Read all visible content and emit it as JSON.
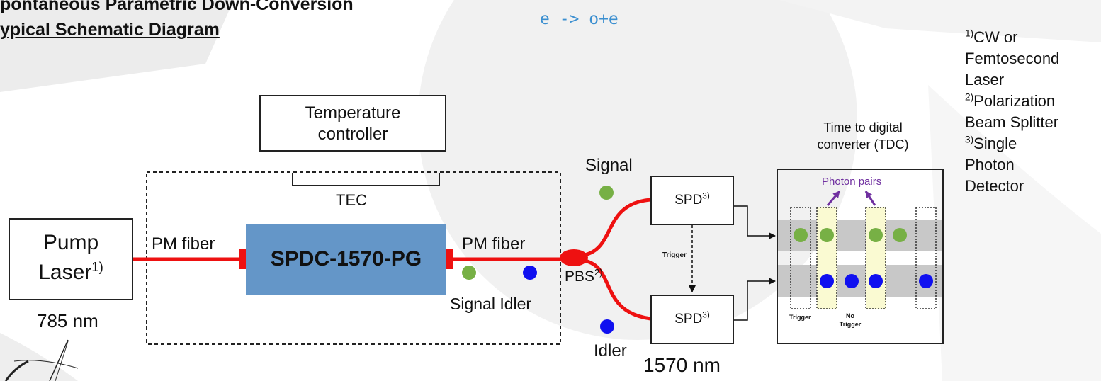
{
  "title": {
    "line1": "pontaneous Parametric Down-Conversion",
    "line2": "ypical Schematic Diagram"
  },
  "equation": "e -> o+e",
  "notes": [
    {
      "marker": "1)",
      "lines": [
        "CW or",
        "Femtosecond",
        "Laser"
      ]
    },
    {
      "marker": "2)",
      "lines": [
        "Polarization",
        "Beam Splitter"
      ]
    },
    {
      "marker": "3)",
      "lines": [
        "Single",
        "Photon",
        "Detector"
      ]
    }
  ],
  "temperature_controller": {
    "line1": "Temperature",
    "line2": "controller"
  },
  "tec": "TEC",
  "pump": {
    "line1": "Pump",
    "line2": "Laser",
    "marker": "1)",
    "wavelength": "785 nm"
  },
  "fiber_left": "PM fiber",
  "fiber_right": "PM fiber",
  "crystal": "SPDC-1570-PG",
  "signal_idler_label": "Signal Idler",
  "pbs": {
    "label": "PBS",
    "marker": "2)"
  },
  "signal_label": "Signal",
  "idler_label": "Idler",
  "output_wavelength": "1570 nm",
  "spd": {
    "label": "SPD",
    "marker": "3)"
  },
  "trigger_label": "Trigger",
  "tdc": {
    "title_line1": "Time to digital",
    "title_line2": "converter (TDC)",
    "photon_pairs": "Photon pairs",
    "trigger": "Trigger",
    "no_trigger_line1": "No",
    "no_trigger_line2": "Trigger"
  },
  "colors": {
    "fiber": "#ee1111",
    "crystal": "#6496c8",
    "signal": "#77b045",
    "idler": "#1010f0",
    "photon_pairs": "#7030a0",
    "band": "#c8c8c8",
    "highlight": "#fafad2"
  }
}
